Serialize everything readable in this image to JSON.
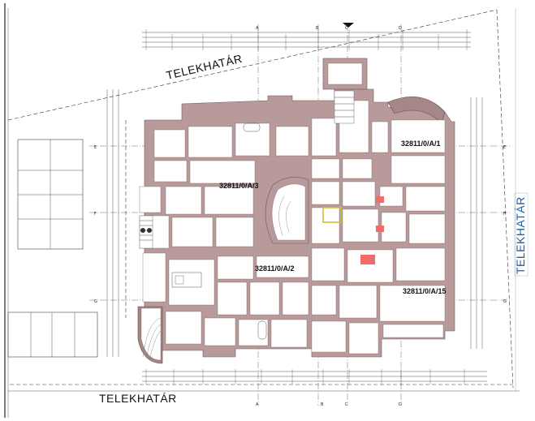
{
  "boundary_labels": {
    "top": "TELEKHATÁR",
    "right": "TELEKHATÁR",
    "bottom": "TELEKHATÁR"
  },
  "units": {
    "unit_1": "32811/0/A/1",
    "unit_3": "32811/0/A/3",
    "unit_2": "32811/0/A/2",
    "unit_15": "32811/0/A/15"
  },
  "axes": {
    "top": [
      "A",
      "B",
      "C",
      "D"
    ],
    "bottom": [
      "A",
      "B",
      "C",
      "D"
    ],
    "left": [
      "E",
      "F",
      "G"
    ],
    "right": [
      "E",
      "F",
      "G"
    ]
  },
  "highlights": {
    "accent_red": "#f26b6b",
    "accent_yellow": "#c8c13a",
    "wall_color": "#b89a9a"
  }
}
